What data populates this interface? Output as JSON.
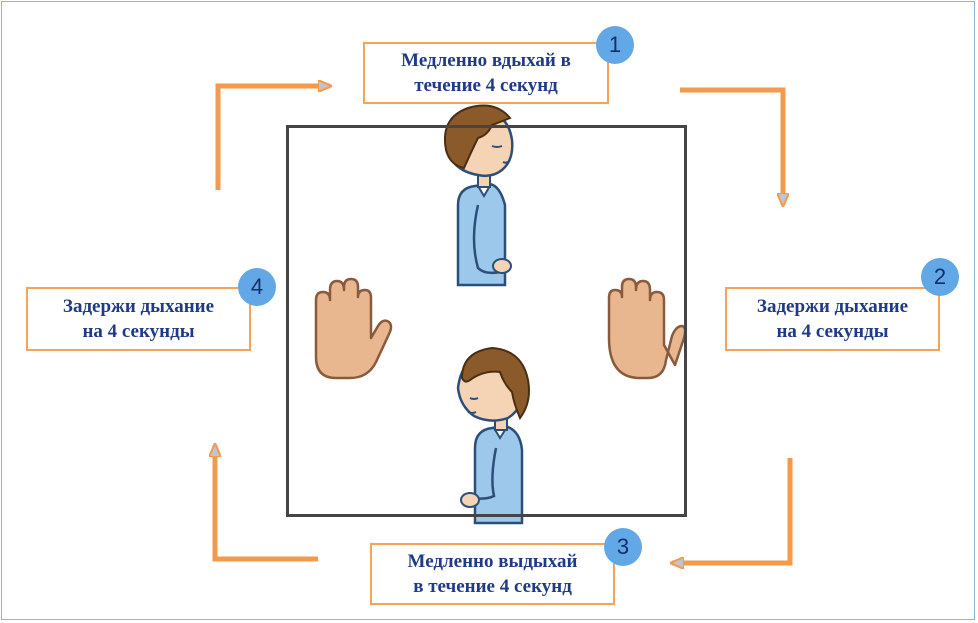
{
  "steps": [
    {
      "number": "1",
      "line1": "Медленно вдыхай в",
      "line2": "течение 4 секунд"
    },
    {
      "number": "2",
      "line1": "Задержи дыхание",
      "line2": "на 4 секунды"
    },
    {
      "number": "3",
      "line1": "Медленно выдыхай",
      "line2": "в течение 4 секунд"
    },
    {
      "number": "4",
      "line1": "Задержи дыхание",
      "line2": "на 4 секунды"
    }
  ],
  "colors": {
    "arrow": "#f39a4c",
    "badge": "#62a8e6",
    "label_text": "#1f3b86",
    "shirt": "#9cc8ec",
    "hair": "#8b5a2b",
    "skin": "#f5d3b5",
    "hand": "#e8b78f"
  },
  "icons": [
    "person-inhale-icon",
    "person-exhale-icon",
    "hand-left-icon",
    "hand-right-icon"
  ]
}
